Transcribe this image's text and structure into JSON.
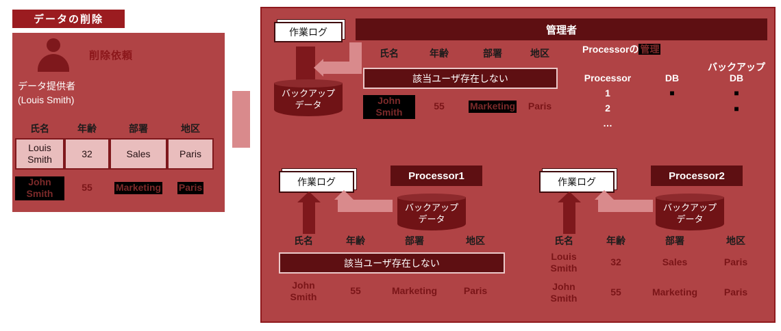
{
  "title": "データの削除",
  "provider": {
    "request_label": "削除依頼",
    "role_label": "データ提供者",
    "person_name": "(Louis Smith)",
    "table": {
      "headers": [
        "氏名",
        "年齢",
        "部署",
        "地区"
      ],
      "active_row": {
        "name": "Louis Smith",
        "age": "32",
        "dept": "Sales",
        "region": "Paris"
      },
      "deleted_row": {
        "name": "John Smith",
        "age": "55",
        "dept": "Marketing",
        "region": "Paris"
      }
    }
  },
  "admin": {
    "log_label": "作業ログ",
    "title": "管理者",
    "backup": {
      "line1": "バックアップ",
      "line2": "データ"
    },
    "table": {
      "headers": [
        "氏名",
        "年齢",
        "部署",
        "地区"
      ],
      "notice": "該当ユーザ存在しない",
      "deleted_row": {
        "name": "John Smith",
        "age": "55",
        "dept": "Marketing",
        "region": "Paris"
      }
    },
    "processor_mgmt": {
      "title_prefix": "Processorの",
      "title_suffix": "管理",
      "col_processor": "Processor",
      "col_db": "DB",
      "col_backup_line1": "バックアップ",
      "col_backup_line2": "DB",
      "rows": [
        {
          "id": "1",
          "db": "■",
          "backup": "■"
        },
        {
          "id": "2",
          "db": "",
          "backup": "■"
        },
        {
          "id": "…",
          "db": "",
          "backup": ""
        }
      ]
    }
  },
  "processor1": {
    "log_label": "作業ログ",
    "title": "Processor1",
    "backup": {
      "line1": "バックアップ",
      "line2": "データ"
    },
    "table": {
      "headers": [
        "氏名",
        "年齢",
        "部署",
        "地区"
      ],
      "notice": "該当ユーザ存在しない",
      "deleted_row": {
        "name": "John Smith",
        "age": "55",
        "dept": "Marketing",
        "region": "Paris"
      }
    }
  },
  "processor2": {
    "log_label": "作業ログ",
    "title": "Processor2",
    "backup": {
      "line1": "バックアップ",
      "line2": "データ"
    },
    "table": {
      "headers": [
        "氏名",
        "年齢",
        "部署",
        "地区"
      ],
      "rows": [
        {
          "name": "Louis Smith",
          "age": "32",
          "dept": "Sales",
          "region": "Paris"
        },
        {
          "name": "John Smith",
          "age": "55",
          "dept": "Marketing",
          "region": "Paris"
        }
      ]
    }
  },
  "colors": {
    "panel_red": "#b04345",
    "dark_red": "#7e181c",
    "deep_maroon": "#5e0f12",
    "pink_cell": "#e9bdbd",
    "pink_arrow": "#d98a8c",
    "redacted_black": "#000000"
  }
}
